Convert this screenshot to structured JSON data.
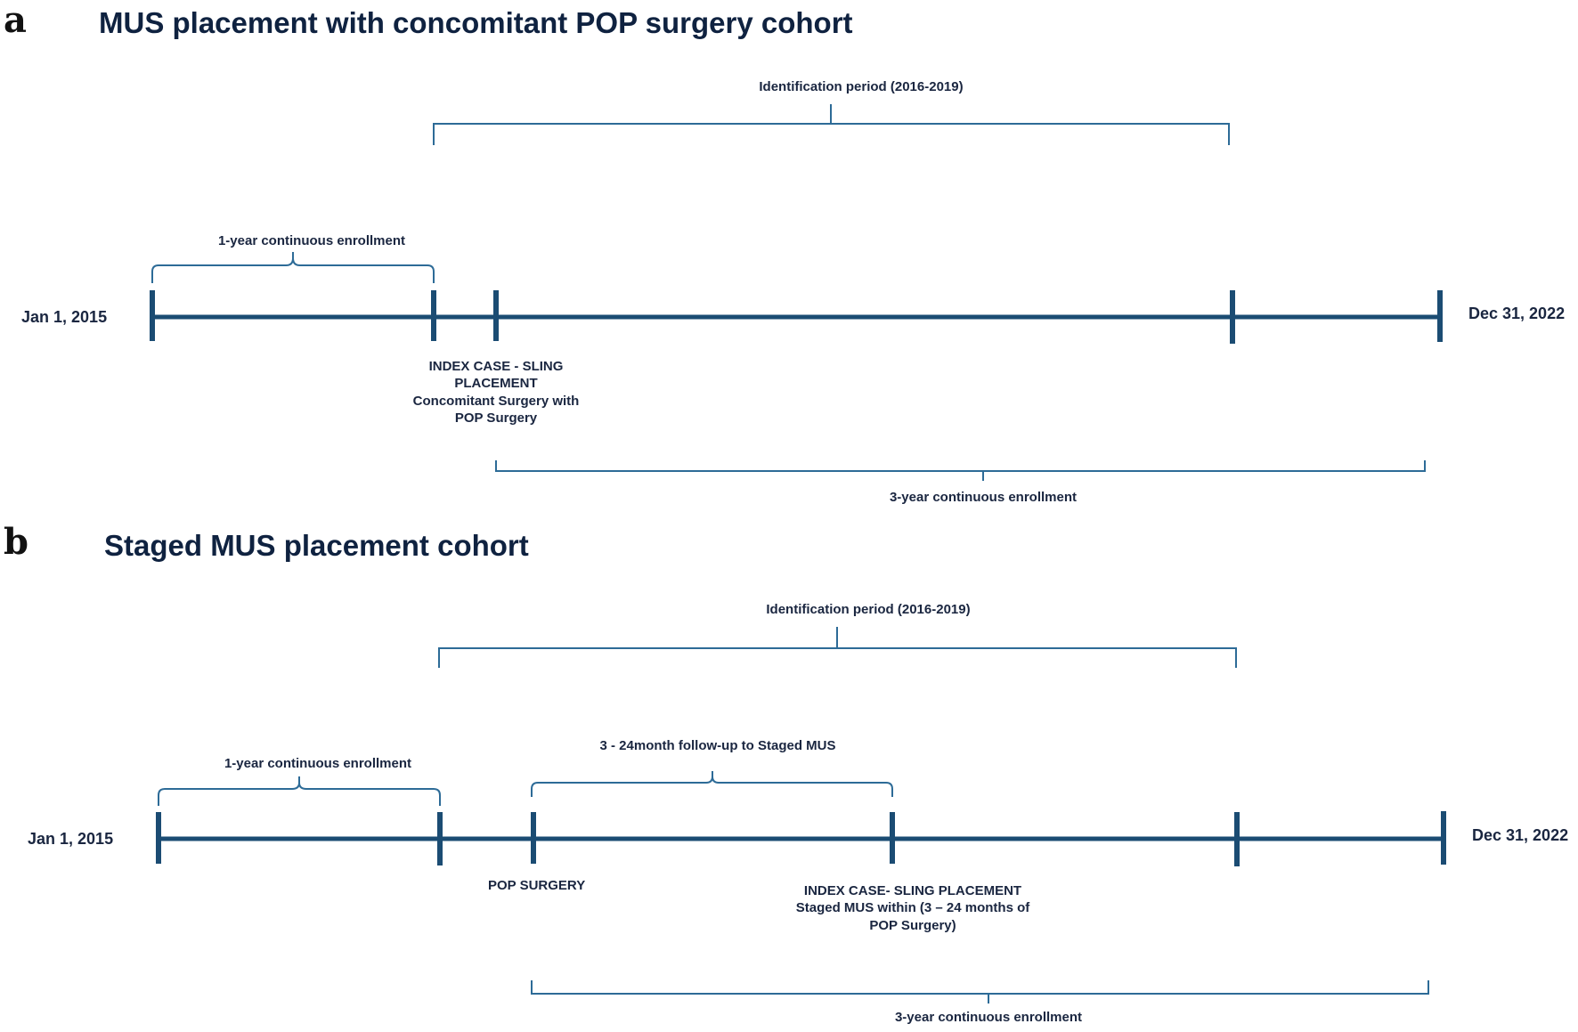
{
  "panel_a": {
    "letter": "a",
    "title": "MUS placement with concomitant POP surgery cohort",
    "identification_label": "Identification period (2016-2019)",
    "pre_enrollment_label": "1-year continuous enrollment",
    "start_label": "Jan 1, 2015",
    "end_label": "Dec 31, 2022",
    "index_lines": [
      "INDEX CASE - SLING",
      "PLACEMENT",
      "Concomitant Surgery with",
      "POP Surgery"
    ],
    "post_enrollment_label": "3-year continuous enrollment"
  },
  "panel_b": {
    "letter": "b",
    "title": "Staged MUS placement cohort",
    "identification_label": "Identification period (2016-2019)",
    "pre_enrollment_label": "1-year continuous enrollment",
    "followup_label": "3 - 24month follow-up to Staged MUS",
    "start_label": "Jan 1, 2015",
    "end_label": "Dec 31, 2022",
    "pop_label": "POP SURGERY",
    "index_lines": [
      "INDEX CASE- SLING PLACEMENT",
      "Staged MUS within (3 – 24 months of",
      "POP Surgery)"
    ],
    "post_enrollment_label": "3-year continuous enrollment"
  }
}
